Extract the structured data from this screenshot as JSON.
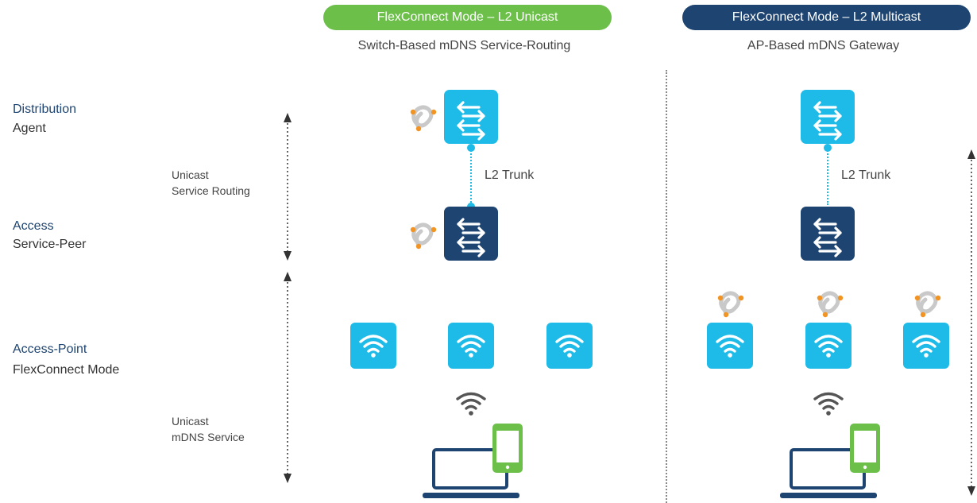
{
  "left_panel": {
    "mode_label": "FlexConnect Mode – L2 Unicast",
    "subtitle": "Switch-Based mDNS Service-Routing",
    "link_label": "L2 Trunk",
    "mode_color": "#6cc04a"
  },
  "right_panel": {
    "mode_label": "FlexConnect Mode – L2 Multicast",
    "subtitle": "AP-Based mDNS Gateway",
    "link_label": "L2 Trunk",
    "mode_color": "#1e4471"
  },
  "levels": {
    "distribution": {
      "title": "Distribution",
      "subtitle": "Agent"
    },
    "access": {
      "title": "Access",
      "subtitle": "Service-Peer"
    },
    "access_point": {
      "title": "Access-Point",
      "subtitle": "FlexConnect Mode"
    }
  },
  "annotations": {
    "unicast_routing": [
      "Unicast",
      "Service Routing"
    ],
    "unicast_mdns": [
      "Unicast",
      "mDNS Service"
    ]
  },
  "icons": {
    "switch": "switch-icon",
    "access_point": "wifi-access-point-icon",
    "bonjour": "bonjour-icon",
    "laptop": "laptop-icon",
    "phone": "smartphone-icon"
  },
  "colors": {
    "cyan": "#1ebbe8",
    "navy": "#1e4471",
    "green": "#6cc04a",
    "orange": "#f29423"
  }
}
